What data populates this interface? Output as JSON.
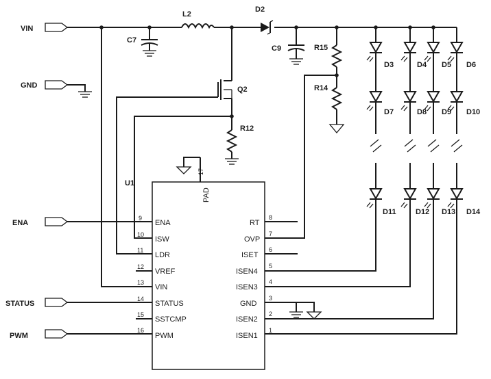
{
  "ports": {
    "vin": "VIN",
    "gnd": "GND",
    "ena": "ENA",
    "status": "STATUS",
    "pwm": "PWM"
  },
  "components": {
    "l2": "L2",
    "d2": "D2",
    "c7": "C7",
    "c9": "C9",
    "q2": "Q2",
    "r12": "R12",
    "r15": "R15",
    "r14": "R14",
    "u1": "U1",
    "pad": "PAD",
    "pad_num": "17"
  },
  "leds": {
    "row1": [
      "D3",
      "D4",
      "D5",
      "D6"
    ],
    "row2": [
      "D7",
      "D8",
      "D9",
      "D10"
    ],
    "row3": [
      "D11",
      "D12",
      "D13",
      "D14"
    ]
  },
  "ic_left_pins": [
    {
      "num": "9",
      "name": "ENA"
    },
    {
      "num": "10",
      "name": "ISW"
    },
    {
      "num": "11",
      "name": "LDR"
    },
    {
      "num": "12",
      "name": "VREF"
    },
    {
      "num": "13",
      "name": "VIN"
    },
    {
      "num": "14",
      "name": "STATUS"
    },
    {
      "num": "15",
      "name": "SSTCMP"
    },
    {
      "num": "16",
      "name": "PWM"
    }
  ],
  "ic_right_pins": [
    {
      "num": "8",
      "name": "RT"
    },
    {
      "num": "7",
      "name": "OVP"
    },
    {
      "num": "6",
      "name": "ISET"
    },
    {
      "num": "5",
      "name": "ISEN4"
    },
    {
      "num": "4",
      "name": "ISEN3"
    },
    {
      "num": "3",
      "name": "GND"
    },
    {
      "num": "2",
      "name": "ISEN2"
    },
    {
      "num": "1",
      "name": "ISEN1"
    }
  ]
}
